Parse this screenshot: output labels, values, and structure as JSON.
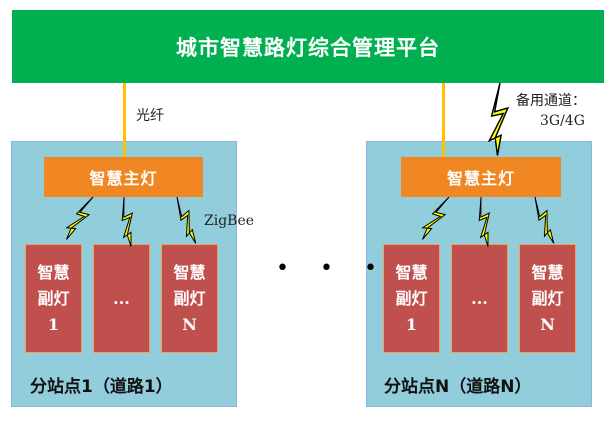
{
  "platform": {
    "title": "城市智慧路灯综合管理平台"
  },
  "links": {
    "fiber_label": "光纤",
    "backup_label_line1": "备用通道：",
    "backup_label_line2": "3G/4G",
    "zigbee_label": "ZigBee"
  },
  "ellipsis": "• • •",
  "stations": [
    {
      "label": "分站点1（道路1）",
      "main_light": "智慧主灯",
      "sub_lights": [
        {
          "line1": "智慧",
          "line2": "副灯",
          "line3": "1"
        },
        {
          "line1": "",
          "line2": "...",
          "line3": ""
        },
        {
          "line1": "智慧",
          "line2": "副灯",
          "line3": "N"
        }
      ]
    },
    {
      "label": "分站点N（道路N）",
      "main_light": "智慧主灯",
      "sub_lights": [
        {
          "line1": "智慧",
          "line2": "副灯",
          "line3": "1"
        },
        {
          "line1": "",
          "line2": "...",
          "line3": ""
        },
        {
          "line1": "智慧",
          "line2": "副灯",
          "line3": "N"
        }
      ]
    }
  ],
  "colors": {
    "platform": "#00b050",
    "station": "#92cddc",
    "main_light": "#f08723",
    "sub_light": "#c0504d",
    "fiber": "#ffc000",
    "wireless": "#ffff00"
  }
}
